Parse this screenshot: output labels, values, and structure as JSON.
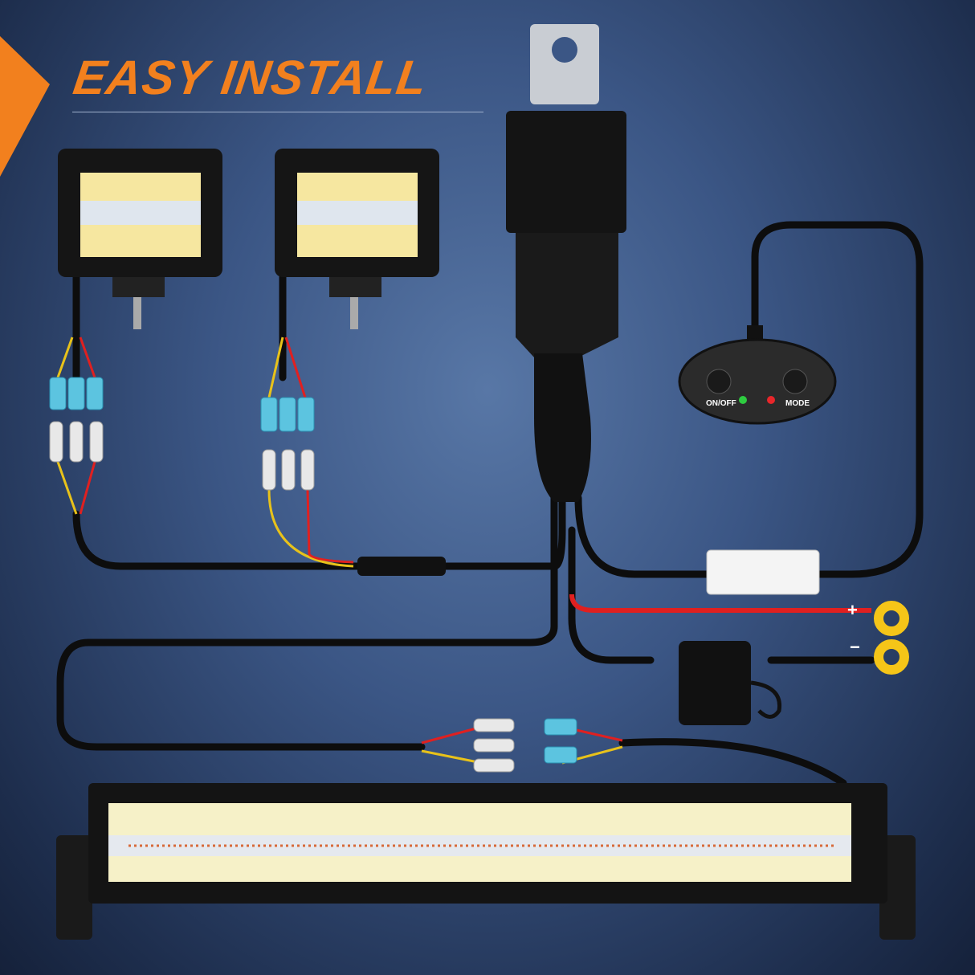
{
  "title": "EASY INSTALL",
  "switch": {
    "on_off_label": "ON/OFF",
    "mode_label": "MODE",
    "led_on_color": "#2ecc40",
    "led_mode_color": "#e8262a"
  },
  "battery": {
    "positive_label": "+",
    "negative_label": "−"
  },
  "colors": {
    "accent": "#f2801e",
    "wire": "#111111",
    "red_wire": "#e02020",
    "yellow_wire": "#e8c21a",
    "terminal_blue": "#5cc4e0",
    "ring": "#f5c518"
  }
}
